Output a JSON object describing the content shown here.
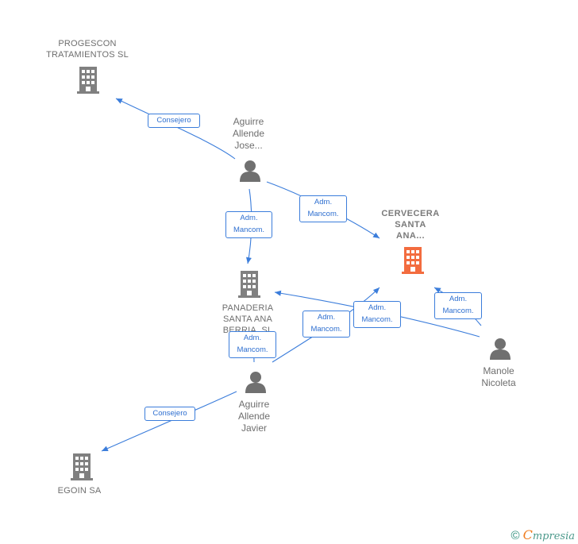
{
  "companies": {
    "progescon": {
      "label": "PROGESCON\nTRATAMIENTOS SL",
      "color": "#808080"
    },
    "cervecera": {
      "label": "CERVECERA\nSANTA\nANA...",
      "color": "#f36c3f"
    },
    "panaderia": {
      "label": "PANADERIA\nSANTA ANA\nBERRIA, SL",
      "color": "#808080"
    },
    "egoin": {
      "label": "EGOIN SA",
      "color": "#808080"
    }
  },
  "persons": {
    "jose": {
      "label": "Aguirre\nAllende\nJose..."
    },
    "javier": {
      "label": "Aguirre\nAllende\nJavier"
    },
    "manole": {
      "label": "Manole\nNicoleta"
    }
  },
  "edges": {
    "jose_progescon": "Consejero",
    "jose_cervecera": "Adm.\nMancom.",
    "jose_panaderia": "Adm.\nMancom.",
    "manole_panaderia": "Adm.\nMancom.",
    "manole_cervecera": "Adm.\nMancom.",
    "javier_cervecera": "Adm.\nMancom.",
    "javier_panaderia": "Adm.\nMancom.",
    "javier_egoin": "Consejero"
  },
  "colors": {
    "edge": "#3b7ddb",
    "person": "#707070"
  },
  "footer": {
    "copyright": "©",
    "brand_e": "C",
    "brand_rest": "mpresia"
  }
}
